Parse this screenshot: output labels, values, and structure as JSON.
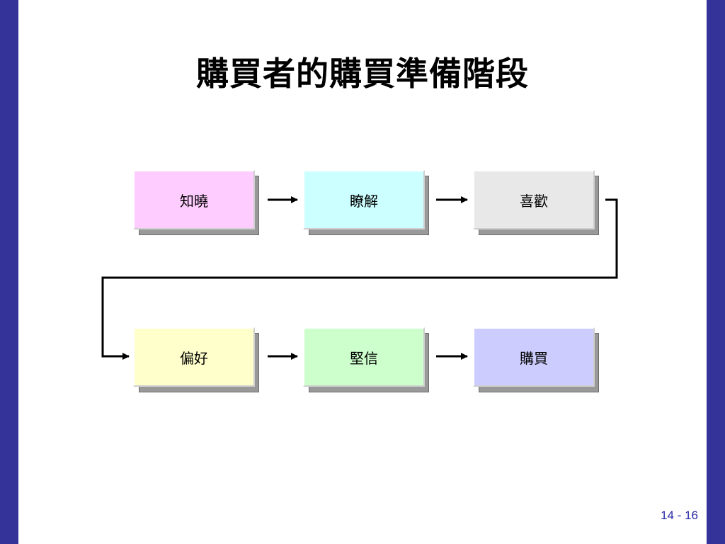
{
  "title": "購買者的購買準備階段",
  "steps": [
    {
      "label": "知曉",
      "color": "#ffccff"
    },
    {
      "label": "瞭解",
      "color": "#ccffff"
    },
    {
      "label": "喜歡",
      "color": "#e8e8e8"
    },
    {
      "label": "偏好",
      "color": "#ffffcc"
    },
    {
      "label": "堅信",
      "color": "#ccffcc"
    },
    {
      "label": "購買",
      "color": "#ccccff"
    }
  ],
  "page_number": "14 - 16",
  "colors": {
    "frame": "#333399",
    "arrow": "#000000",
    "page_number": "#2a2aa8"
  }
}
